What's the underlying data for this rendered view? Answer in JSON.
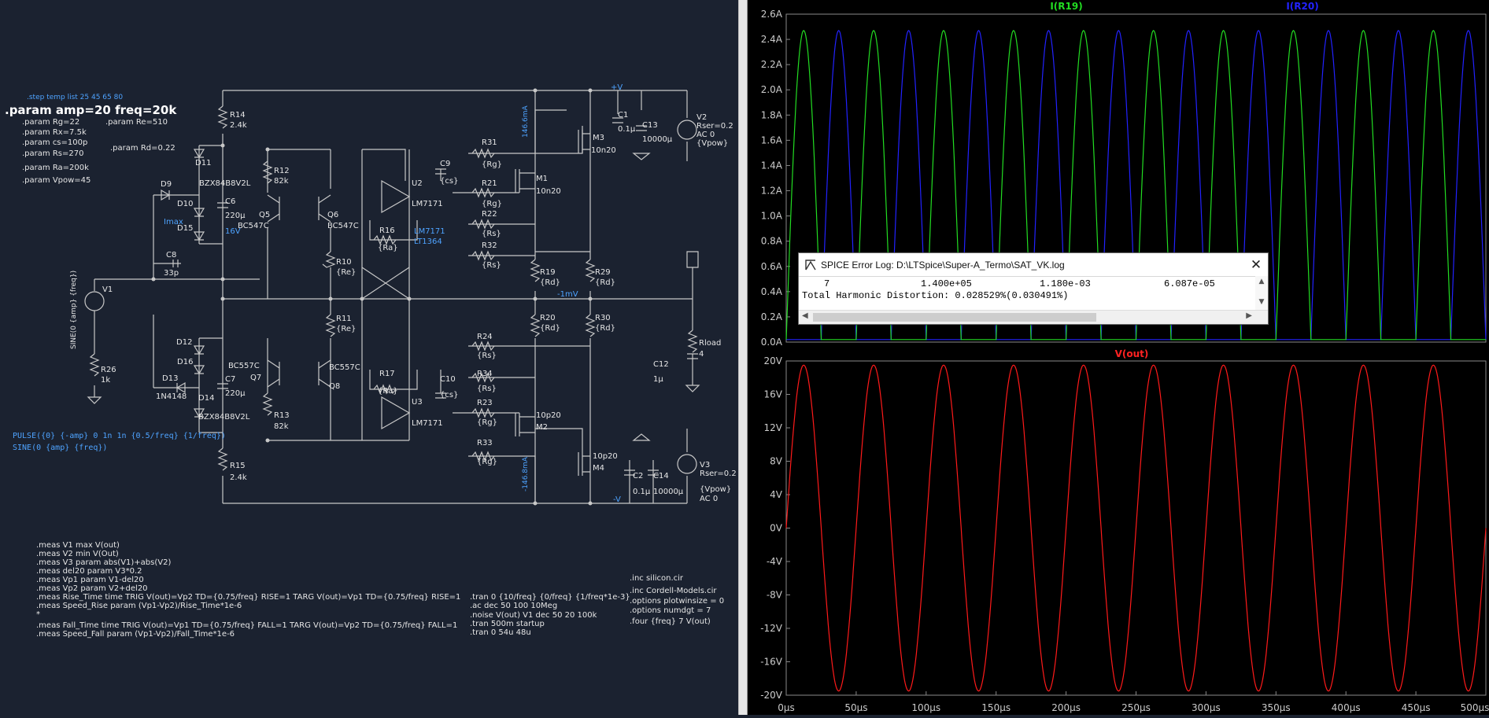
{
  "schematic": {
    "step": ".step temp list 25 45 65 80",
    "param_main": ".param amp=20 freq=20k",
    "params": [
      ".param Rg=22",
      ".param Rx=7.5k",
      ".param cs=100p",
      ".param Rs=270",
      ".param Ra=200k",
      ".param Vpow=45"
    ],
    "param_re": ".param Re=510",
    "param_rd": ".param Rd=0.22",
    "pulse": "PULSE({0} {-amp} 0 1n 1n {0.5/freq} {1/freq})",
    "sine": "SINE(0 {amp} {freq})",
    "source_v1_value": "SINE(0 {amp} {freq})",
    "labels": {
      "R14": "R14",
      "R14v": "2.4k",
      "R15": "R15",
      "R15v": "2.4k",
      "R12": "R12",
      "R12v": "82k",
      "R13": "R13",
      "R13v": "82k",
      "R10": "R10",
      "R10v": "{Re}",
      "R11": "R11",
      "R11v": "{Re}",
      "R16": "R16",
      "R16v": "{Ra}",
      "R17": "R17",
      "R17v": "{Ra}",
      "R19": "R19",
      "R19v": "{Rd}",
      "R20": "R20",
      "R20v": "{Rd}",
      "R29": "R29",
      "R29v": "{Rd}",
      "R30": "R30",
      "R30v": "{Rd}",
      "R31": "R31",
      "R31v": "{Rg}",
      "R21": "R21",
      "R21v": "{Rg}",
      "R22": "R22",
      "R22v": "{Rs}",
      "R32": "R32",
      "R32v": "{Rs}",
      "R24": "R24",
      "R24v": "{Rs}",
      "R34": "R34",
      "R34v": "{Rs}",
      "R23": "R23",
      "R23v": "{Rg}",
      "R33": "R33",
      "R33v": "{Rg}",
      "R26": "R26",
      "R26v": "1k",
      "Rload": "Rload",
      "Rloadv": "4",
      "C6": "C6",
      "C6v": "220µ",
      "C7": "C7",
      "C7v": "220µ",
      "C8": "C8",
      "C8v": "33p",
      "C9": "C9",
      "C9v": "{cs}",
      "C10": "C10",
      "C10v": "{cs}",
      "C1": "C1",
      "C1v": "0.1µ",
      "C13": "C13",
      "C13v": "10000µ",
      "C2": "C2",
      "C2v": "0.1µ",
      "C14": "C14",
      "C14v": "10000µ",
      "C12": "C12",
      "C12v": "1µ",
      "D9": "D9",
      "D10": "D10",
      "D11": "D11",
      "D11v": "BZX84B8V2L",
      "D12": "D12",
      "D13": "D13",
      "D13v": "1N4148",
      "D14": "D14",
      "D14v": "BZX84B8V2L",
      "D15": "D15",
      "D16": "D16",
      "Q5": "Q5",
      "Q5v": "BC547C",
      "Q6": "Q6",
      "Q6v": "BC547C",
      "Q7": "Q7",
      "Q7v": "BC557C",
      "Q8": "Q8",
      "Q8v": "BC557C",
      "U2": "U2",
      "U2v": "LM7171",
      "U3": "U3",
      "U3v": "LM7171",
      "M1": "M1",
      "M1v": "10n20",
      "M2": "M2",
      "M2v": "10p20",
      "M3": "M3",
      "M3v": "10n20",
      "M4": "M4",
      "M4v": "10p20",
      "V1": "V1",
      "V2": "V2",
      "V3": "V3",
      "V2ser": "Rser=0.2",
      "V2ac": "AC 0",
      "V2val": "{Vpow}",
      "V3ser": "Rser=0.2",
      "V3val": "{Vpow}",
      "V3ac": "AC 0",
      "Imax": "Imax",
      "v16": "16V",
      "lm": "LM7171",
      "lt": "LT1364",
      "plusV": "+V",
      "minusV": "-V",
      "mvout": "-1mV",
      "ip": "146.6mA",
      "im": "-146.8mA"
    },
    "meas": [
      ".meas V1 max V(out)",
      ".meas V2 min V(Out)",
      ".meas V3 param abs(V1)+abs(V2)",
      ".meas del20 param V3*0.2",
      ".meas Vp1 param V1-del20",
      ".meas Vp2 param V2+del20",
      ".meas Rise_Time time TRIG V(out)=Vp2 TD={0.75/freq} RISE=1 TARG V(out)=Vp1 TD={0.75/freq} RISE=1",
      ".meas Speed_Rise param (Vp1-Vp2)/Rise_Time*1e-6",
      "*",
      ".meas Fall_Time time TRIG V(out)=Vp1 TD={0.75/freq} FALL=1 TARG V(out)=Vp2 TD={0.75/freq} FALL=1",
      ".meas Speed_Fall param (Vp1-Vp2)/Fall_Time*1e-6"
    ],
    "tran": [
      ".tran 0 {10/freq} {0/freq} {1/freq*1e-3}",
      ".ac dec 50 100 10Meg",
      ".noise V(out) V1 dec 50 20 100k",
      ".tran 500m startup",
      ".tran 0 54u 48u"
    ],
    "inc": [
      ".inc silicon.cir",
      ".inc Cordell-Models.cir",
      ".options plotwinsize = 0",
      ".options numdgt = 7",
      ".four  {freq} 7 V(out)"
    ]
  },
  "plots": {
    "top": {
      "trace1": "I(R19)",
      "trace2": "I(R20)",
      "yticks": [
        "2.6A",
        "2.4A",
        "2.2A",
        "2.0A",
        "1.8A",
        "1.6A",
        "1.4A",
        "1.2A",
        "1.0A",
        "0.8A",
        "0.6A",
        "0.4A",
        "0.2A",
        "0.0A"
      ],
      "colors": {
        "trace1": "#22dd22",
        "trace2": "#2222ff"
      }
    },
    "bottom": {
      "trace": "V(out)",
      "yticks": [
        "20V",
        "16V",
        "12V",
        "8V",
        "4V",
        "0V",
        "-4V",
        "-8V",
        "-12V",
        "-16V",
        "-20V"
      ],
      "xticks": [
        "0µs",
        "50µs",
        "100µs",
        "150µs",
        "200µs",
        "250µs",
        "300µs",
        "350µs",
        "400µs",
        "450µs",
        "500µs"
      ],
      "color": "#ff1a1a"
    }
  },
  "chart_data": [
    {
      "type": "line",
      "title": "",
      "series": [
        {
          "name": "I(R19)",
          "peak": 2.45,
          "baseline": 0.0,
          "cycles": 10,
          "phase": "first-half-cycle"
        },
        {
          "name": "I(R20)",
          "peak": 2.45,
          "baseline": 0.0,
          "cycles": 10,
          "phase": "second-half-cycle"
        }
      ],
      "xlim": [
        0,
        500
      ],
      "ylim": [
        0.0,
        2.6
      ]
    },
    {
      "type": "line",
      "title": "",
      "series": [
        {
          "name": "V(out)",
          "amplitude": 19.5,
          "frequency_khz": 20
        }
      ],
      "xlim": [
        0,
        500
      ],
      "ylim": [
        -20,
        20
      ]
    }
  ],
  "errlog": {
    "title": "SPICE Error Log: D:\\LTSpice\\Super-A_Termo\\SAT_VK.log",
    "row": [
      "7",
      "1.400e+05",
      "1.180e-03",
      "6.087e-05"
    ],
    "thd": "Total Harmonic Distortion: 0.028529%(0.030491%)",
    "close": "✕"
  }
}
